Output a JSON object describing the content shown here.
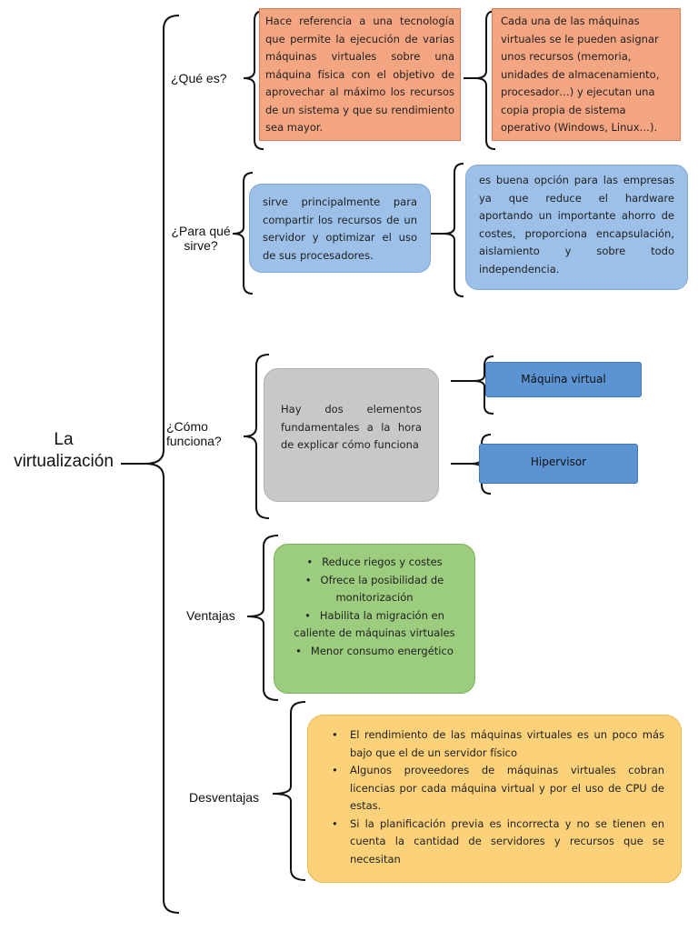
{
  "title": "La virtualización",
  "branches": {
    "que_es": {
      "label": "¿Qué es?",
      "text1": "Hace referencia a una tecnología que permite la ejecución de varias máquinas virtuales sobre una máquina física con el objetivo de aprovechar al máximo los recursos de un sistema y que su rendimiento sea mayor.",
      "text2": "Cada una de las máquinas virtuales se le pueden asignar unos recursos (memoria, unidades de almacenamiento, procesador…) y ejecutan una copia propia de sistema operativo (Windows, Linux…)."
    },
    "para_que": {
      "label": "¿Para qué sirve?",
      "text1": "sirve principalmente para compartir los recursos de un servidor y optimizar el uso de sus procesadores.",
      "text2": "es buena opción para las empresas ya que reduce el hardware aportando un importante ahorro de costes, proporciona encapsulación, aislamiento y sobre todo independencia."
    },
    "como_funciona": {
      "label": "¿Cómo funciona?",
      "text": "Hay dos elementos fundamentales a la hora de explicar cómo funciona",
      "element1": "Máquina virtual",
      "element2": "Hipervisor"
    },
    "ventajas": {
      "label": "Ventajas",
      "items": [
        "Reduce riegos y costes",
        "Ofrece la posibilidad de monitorización",
        "Habilita la migración en caliente de máquinas virtuales",
        "Menor consumo energético"
      ]
    },
    "desventajas": {
      "label": "Desventajas",
      "items": [
        "El rendimiento de las máquinas virtuales es un poco más bajo que el de un servidor físico",
        "Algunos proveedores de máquinas virtuales cobran licencias por cada máquina virtual y por el uso de CPU de estas.",
        "Si la planificación previa es incorrecta y no se tienen en cuenta la cantidad de servidores y recursos que se necesitan"
      ]
    }
  }
}
